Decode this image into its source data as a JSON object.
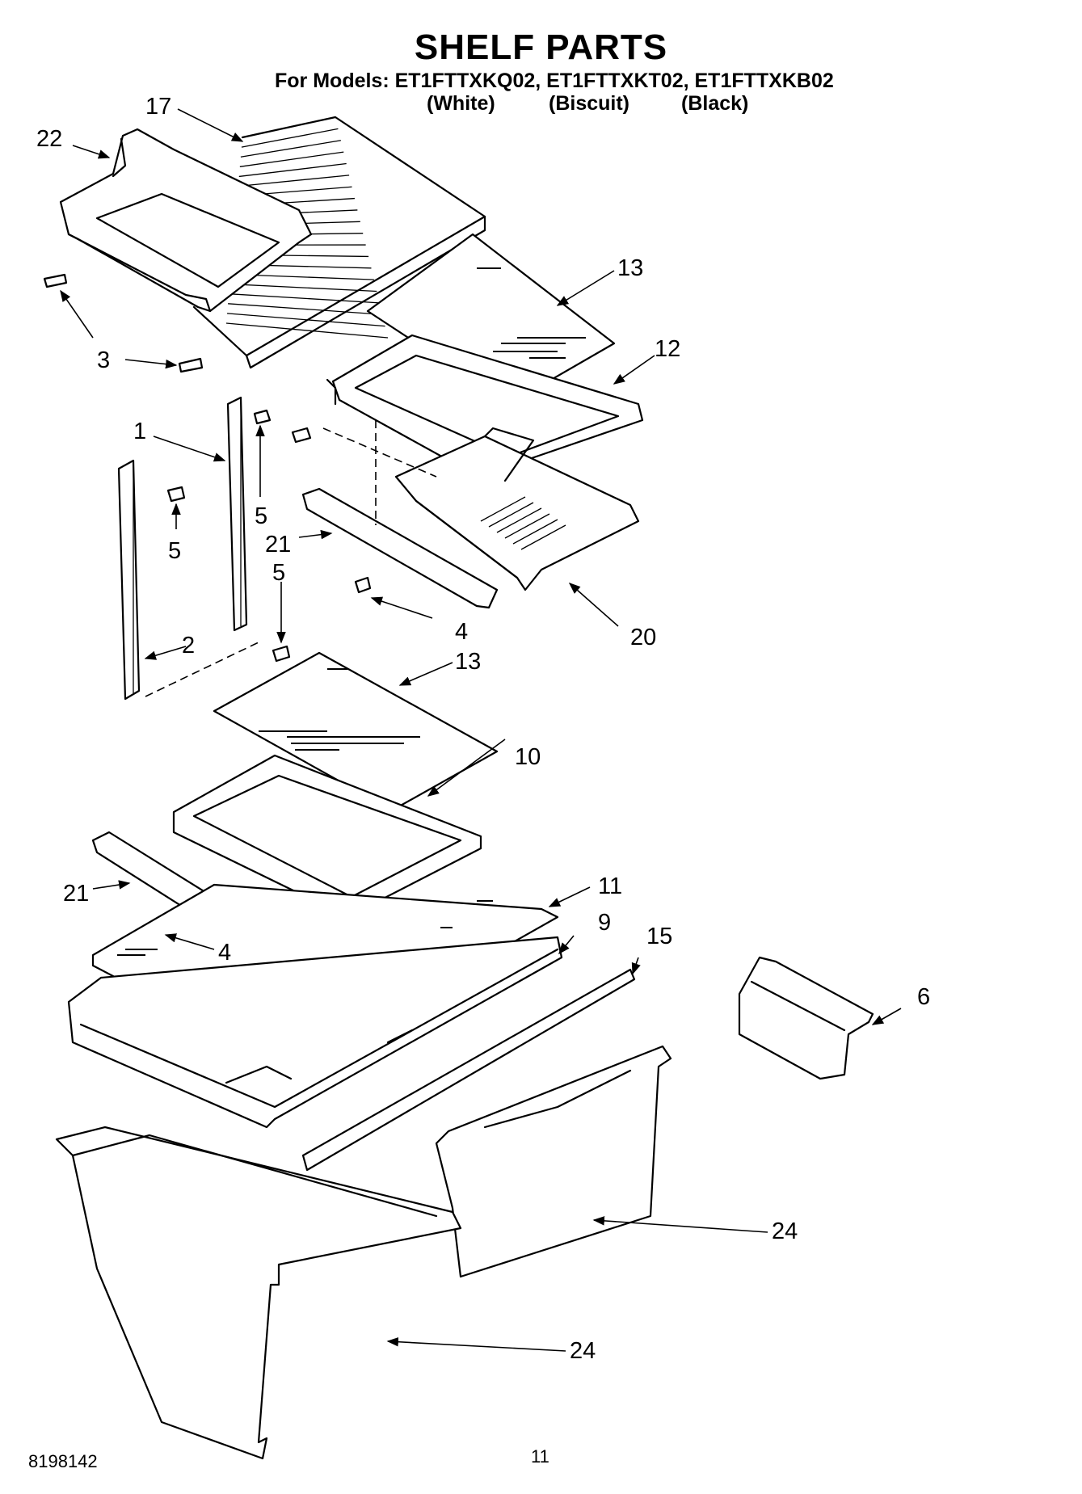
{
  "header": {
    "title": "SHELF PARTS",
    "models_line": "For Models: ET1FTTXKQ02, ET1FTTXKT02, ET1FTTXKB02",
    "variants": [
      "(White)",
      "(Biscuit)",
      "(Black)"
    ]
  },
  "callouts": {
    "c17": "17",
    "c22": "22",
    "c3": "3",
    "c13a": "13",
    "c12": "12",
    "c1": "1",
    "c5a": "5",
    "c5b": "5",
    "c21a": "21",
    "c5c": "5",
    "c4a": "4",
    "c20": "20",
    "c2": "2",
    "c13b": "13",
    "c10": "10",
    "c21b": "21",
    "c11": "11",
    "c9": "9",
    "c15": "15",
    "c4b": "4",
    "c6": "6",
    "c24a": "24",
    "c24b": "24"
  },
  "footer": {
    "doc_number": "8198142",
    "page_number": "11"
  }
}
